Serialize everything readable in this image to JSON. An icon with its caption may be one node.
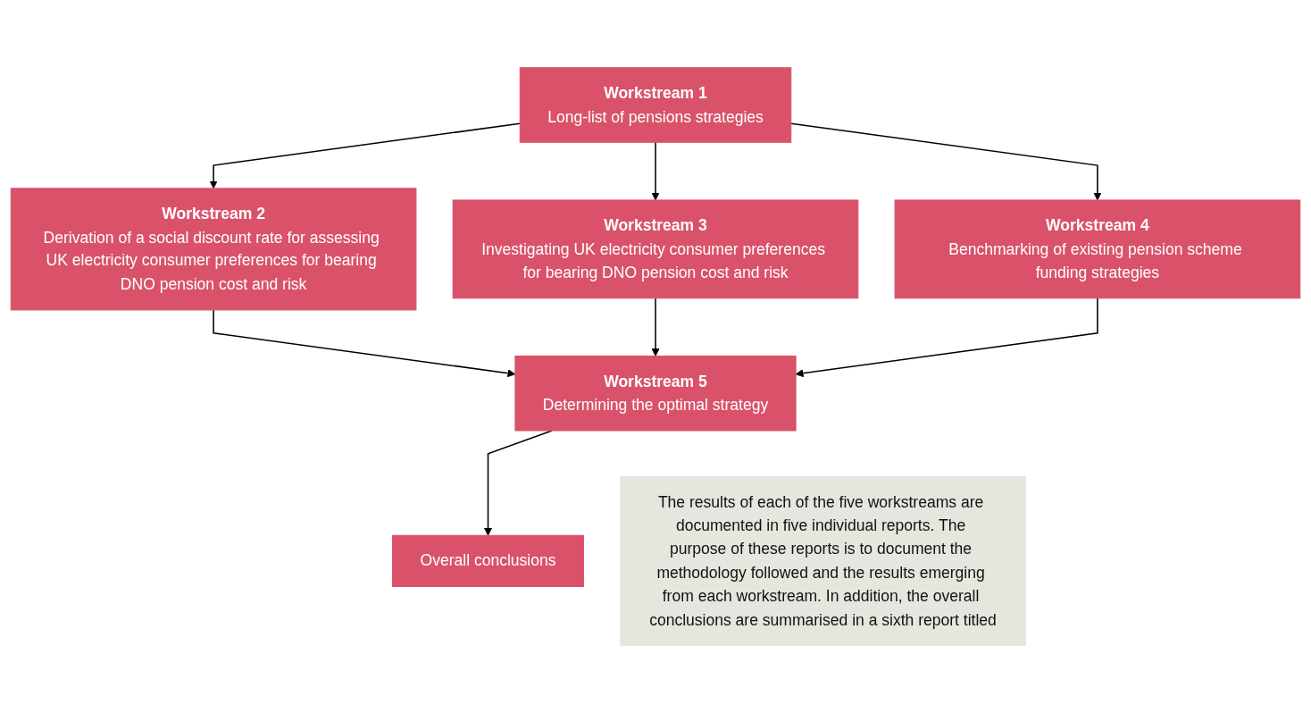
{
  "diagram": {
    "nodes": [
      {
        "text": [
          "Workstream 1",
          "Long-list of pensions strategies"
        ]
      },
      {
        "text": [
          "Workstream 2",
          "Derivation of a social discount rate for assessing UK electricity consumer preferences for bearing DNO pension cost and risk"
        ]
      },
      {
        "text": [
          "Workstream 3",
          "Investigating UK electricity consumer preferences for bearing DNO pension cost and risk"
        ]
      },
      {
        "text": [
          "Workstream 4",
          "Benchmarking of existing pension scheme funding strategies"
        ]
      },
      {
        "text": [
          "Workstream 5",
          "Determining the optimal strategy"
        ]
      },
      {
        "text": [
          "Overall conclusions"
        ]
      },
      {
        "text": [
          "The results of each of the five workstreams are documented in five individual reports. The purpose of these reports is to document the methodology followed and the results emerging from each workstream. In addition, the overall conclusions are summarised in a sixth report titled"
        ]
      }
    ],
    "edges": [
      {
        "from": 0,
        "to": 1,
        "arrow": "to"
      },
      {
        "from": 0,
        "to": 2,
        "arrow": "to"
      },
      {
        "from": 0,
        "to": 3,
        "arrow": "to"
      },
      {
        "from": 1,
        "to": 4,
        "arrow": "to"
      },
      {
        "from": 2,
        "to": 4,
        "arrow": "to"
      },
      {
        "from": 3,
        "to": 4,
        "arrow": "to"
      },
      {
        "from": 4,
        "to": 5,
        "arrow": "to"
      }
    ]
  }
}
